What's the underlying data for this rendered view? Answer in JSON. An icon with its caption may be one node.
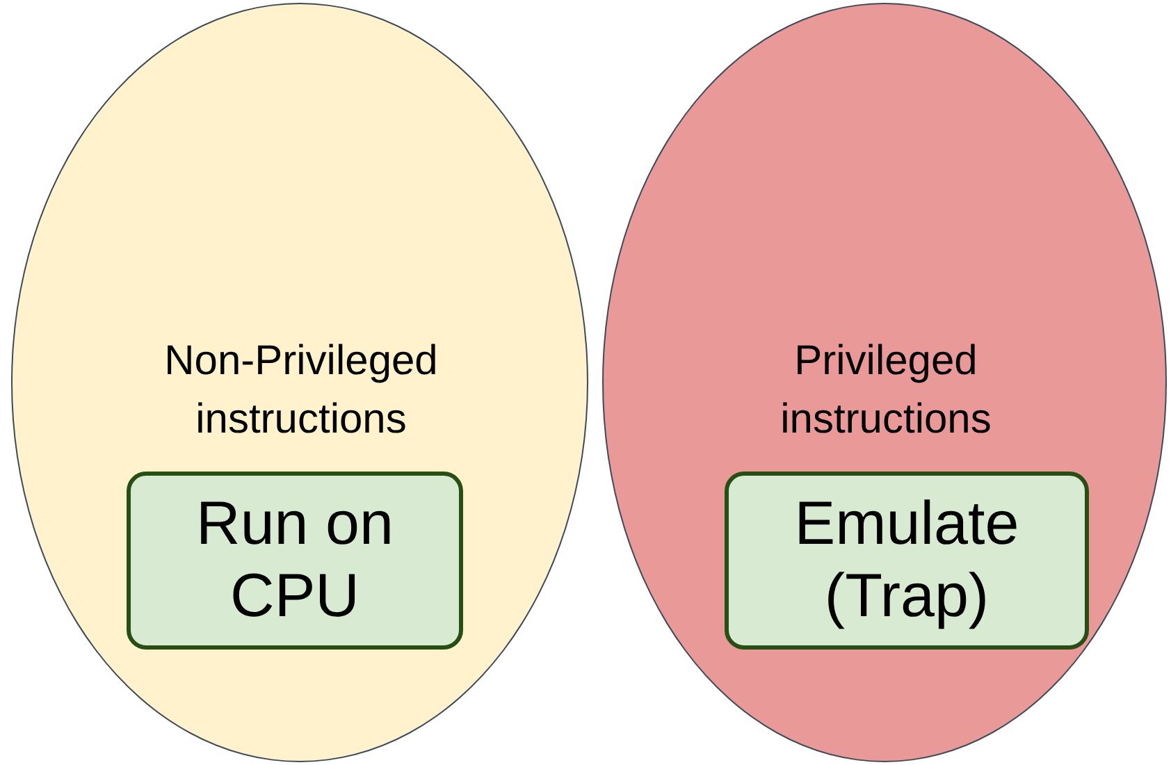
{
  "diagram": {
    "nodes": [
      {
        "text": [
          "Non-Privileged instructions"
        ]
      },
      {
        "text": [
          "Run on CPU"
        ],
        "in": 0
      },
      {
        "text": [
          "Privileged instructions"
        ]
      },
      {
        "text": [
          "Emulate (Trap)"
        ],
        "in": 2
      }
    ]
  }
}
